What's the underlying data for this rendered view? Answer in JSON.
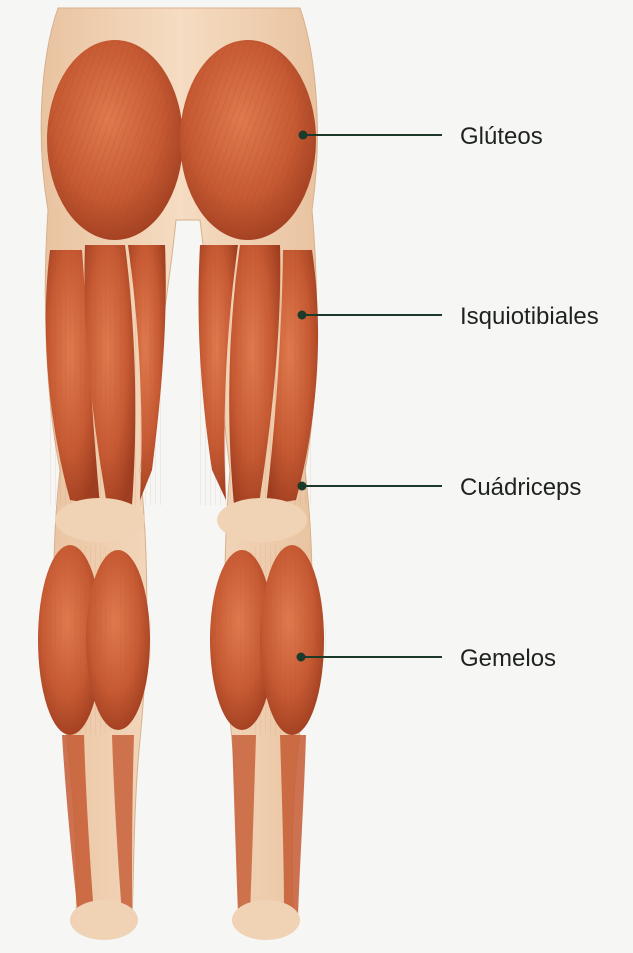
{
  "labels": {
    "gluteos": "Glúteos",
    "isquiotibiales": "Isquiotibiales",
    "cuadriceps": "Cuádriceps",
    "gemelos": "Gemelos"
  },
  "colors": {
    "muscle": "#c65a33",
    "muscle_dark": "#9e3d1f",
    "tendon": "#f0d2b4",
    "leader_line": "#1c3a2a",
    "background": "#f6f6f4"
  }
}
